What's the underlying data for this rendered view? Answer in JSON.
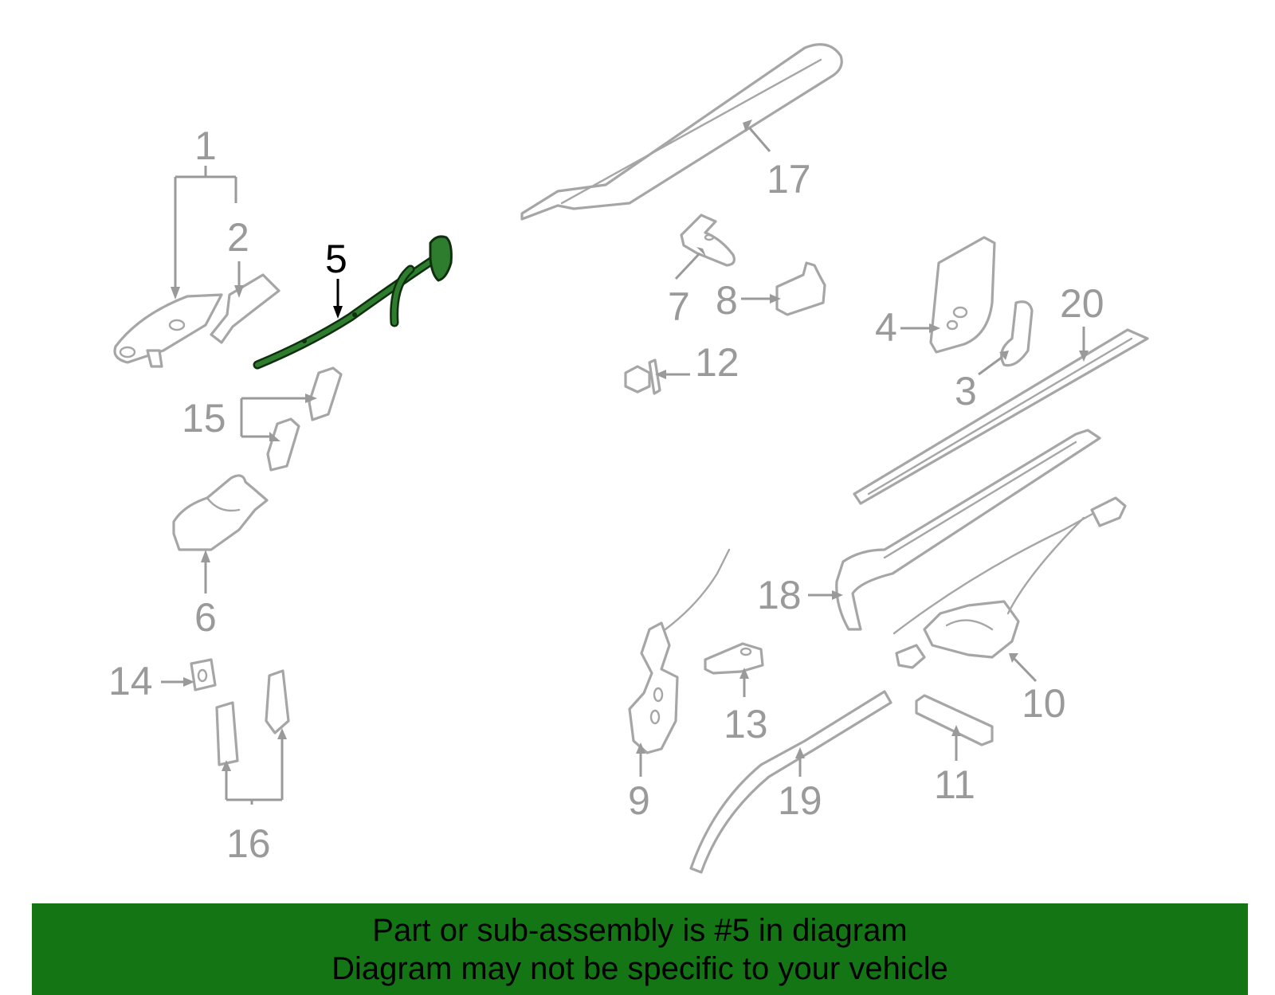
{
  "callouts": {
    "c1": "1",
    "c2": "2",
    "c3": "3",
    "c4": "4",
    "c5": "5",
    "c6": "6",
    "c7": "7",
    "c8": "8",
    "c9": "9",
    "c10": "10",
    "c11": "11",
    "c12": "12",
    "c13": "13",
    "c14": "14",
    "c15": "15",
    "c16": "16",
    "c17": "17",
    "c18": "18",
    "c19": "19",
    "c20": "20"
  },
  "highlighted_part": "5",
  "colors": {
    "highlight": "#2e7d2e",
    "banner": "#147514",
    "part_outline": "#a6a6a6"
  },
  "banner": {
    "line1": "Part or sub-assembly is #5 in diagram",
    "line2": "Diagram may not be specific to your vehicle"
  }
}
